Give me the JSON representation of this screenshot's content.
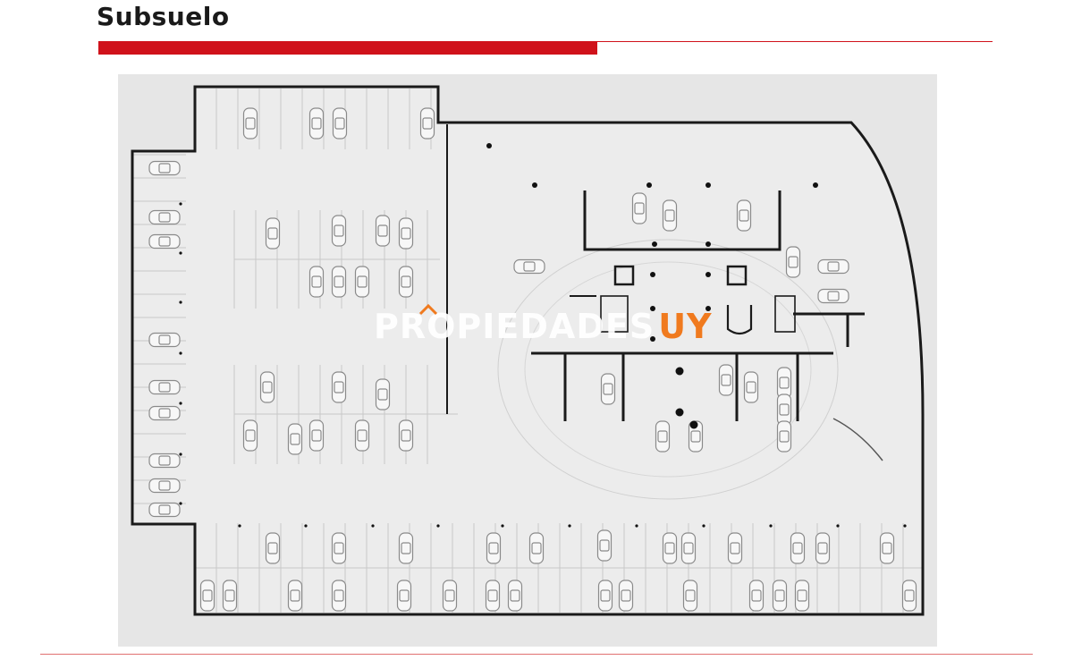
{
  "header": {
    "title": "Subsuelo"
  },
  "watermark": {
    "text_main": "PROPIEDADES",
    "text_accent": "UY",
    "accent_color": "#f07a1e"
  },
  "colors": {
    "rule_red": "#d0121b",
    "plan_background": "#e6e6e6",
    "wall": "#1a1a1a"
  },
  "plan": {
    "kind": "parking-floor-plan",
    "level_name": "Subsuelo"
  }
}
